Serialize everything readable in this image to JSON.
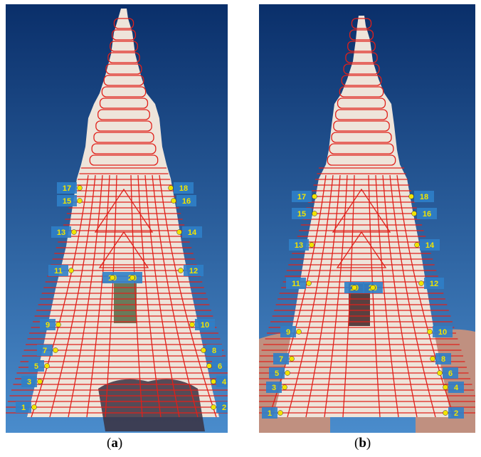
{
  "panels": [
    {
      "id": "a",
      "caption": "a",
      "labels": [
        "1",
        "2",
        "3",
        "4",
        "5",
        "6",
        "7",
        "8",
        "9",
        "10",
        "11",
        "12",
        "13",
        "14",
        "15",
        "16",
        "17",
        "18",
        "19",
        "20"
      ]
    },
    {
      "id": "b",
      "caption": "b",
      "labels": [
        "1",
        "2",
        "3",
        "4",
        "5",
        "6",
        "7",
        "8",
        "9",
        "10",
        "11",
        "12",
        "13",
        "14",
        "15",
        "16",
        "17",
        "18",
        "19",
        "20"
      ]
    }
  ],
  "colors": {
    "sky_top": "#0a3a7a",
    "sky_bottom": "#4a86c4",
    "stupa": "#efe6dc",
    "outline": "#e0201a",
    "marker": "#f2e400",
    "label_bg": "#2f7fc8",
    "label_text": "#f2e400"
  }
}
